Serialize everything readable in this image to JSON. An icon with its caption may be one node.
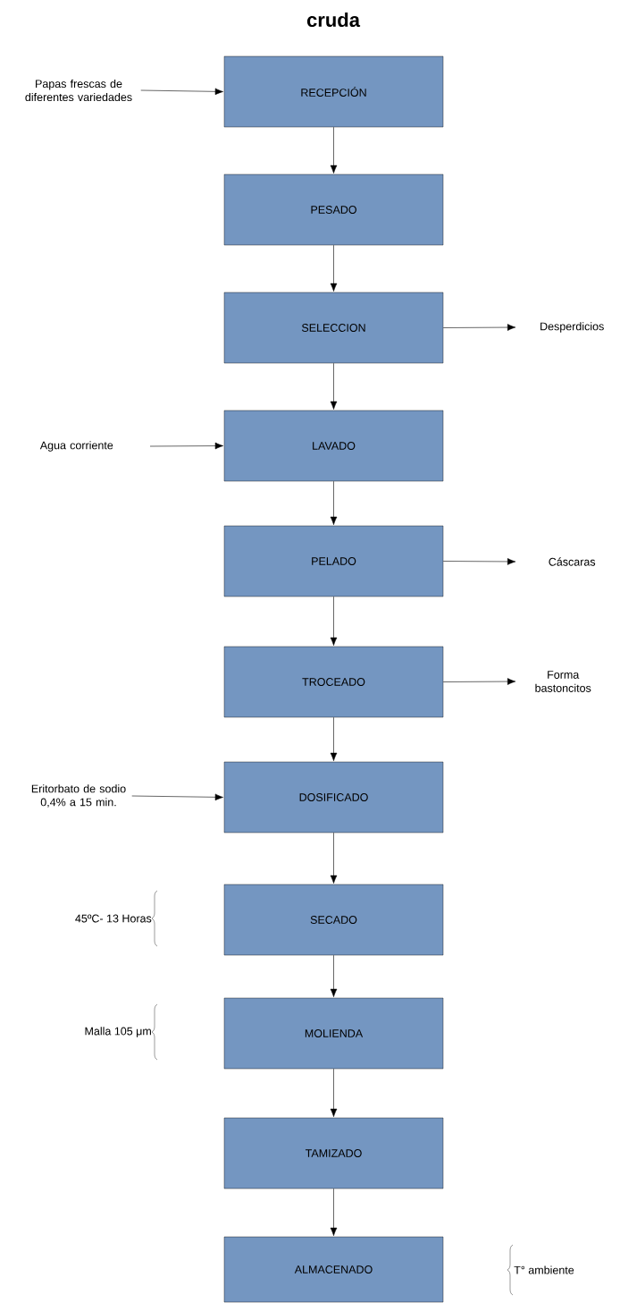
{
  "diagram": {
    "title": "cruda",
    "nodes": [
      {
        "text": [
          "RECEPCIÓN"
        ]
      },
      {
        "text": [
          "PESADO"
        ]
      },
      {
        "text": [
          "SELECCION"
        ]
      },
      {
        "text": [
          "LAVADO"
        ]
      },
      {
        "text": [
          "PELADO"
        ]
      },
      {
        "text": [
          "TROCEADO"
        ]
      },
      {
        "text": [
          "DOSIFICADO"
        ]
      },
      {
        "text": [
          "SECADO"
        ]
      },
      {
        "text": [
          "MOLIENDA"
        ]
      },
      {
        "text": [
          "TAMIZADO"
        ]
      },
      {
        "text": [
          "ALMACENADO"
        ]
      },
      {
        "text": [
          "Papas frescas de diferentes variedades"
        ]
      },
      {
        "text": [
          "Desperdicios"
        ]
      },
      {
        "text": [
          "Agua corriente"
        ]
      },
      {
        "text": [
          "Cáscaras"
        ]
      },
      {
        "text": [
          "Forma bastoncitos"
        ]
      },
      {
        "text": [
          "Eritorbato de sodio 0,4% a 15 min."
        ]
      }
    ],
    "edges": [
      {
        "from": 0,
        "to": 1,
        "arrow": "to"
      },
      {
        "from": 1,
        "to": 2,
        "arrow": "to"
      },
      {
        "from": 2,
        "to": 3,
        "arrow": "to"
      },
      {
        "from": 3,
        "to": 4,
        "arrow": "to"
      },
      {
        "from": 4,
        "to": 5,
        "arrow": "to"
      },
      {
        "from": 5,
        "to": 6,
        "arrow": "to"
      },
      {
        "from": 6,
        "to": 7,
        "arrow": "to"
      },
      {
        "from": 7,
        "to": 8,
        "arrow": "to"
      },
      {
        "from": 8,
        "to": 9,
        "arrow": "to"
      },
      {
        "from": 9,
        "to": 10,
        "arrow": "to"
      },
      {
        "from": 11,
        "to": 0,
        "arrow": "to"
      },
      {
        "from": 2,
        "to": 12,
        "arrow": "to"
      },
      {
        "from": 13,
        "to": 3,
        "arrow": "to"
      },
      {
        "from": 4,
        "to": 14,
        "arrow": "to"
      },
      {
        "from": 5,
        "to": 15,
        "arrow": "to"
      },
      {
        "from": 16,
        "to": 6,
        "arrow": "to"
      }
    ],
    "labels": [
      "45ºC- 13 Horas",
      "Malla 105 μm",
      "T° ambiente"
    ]
  }
}
